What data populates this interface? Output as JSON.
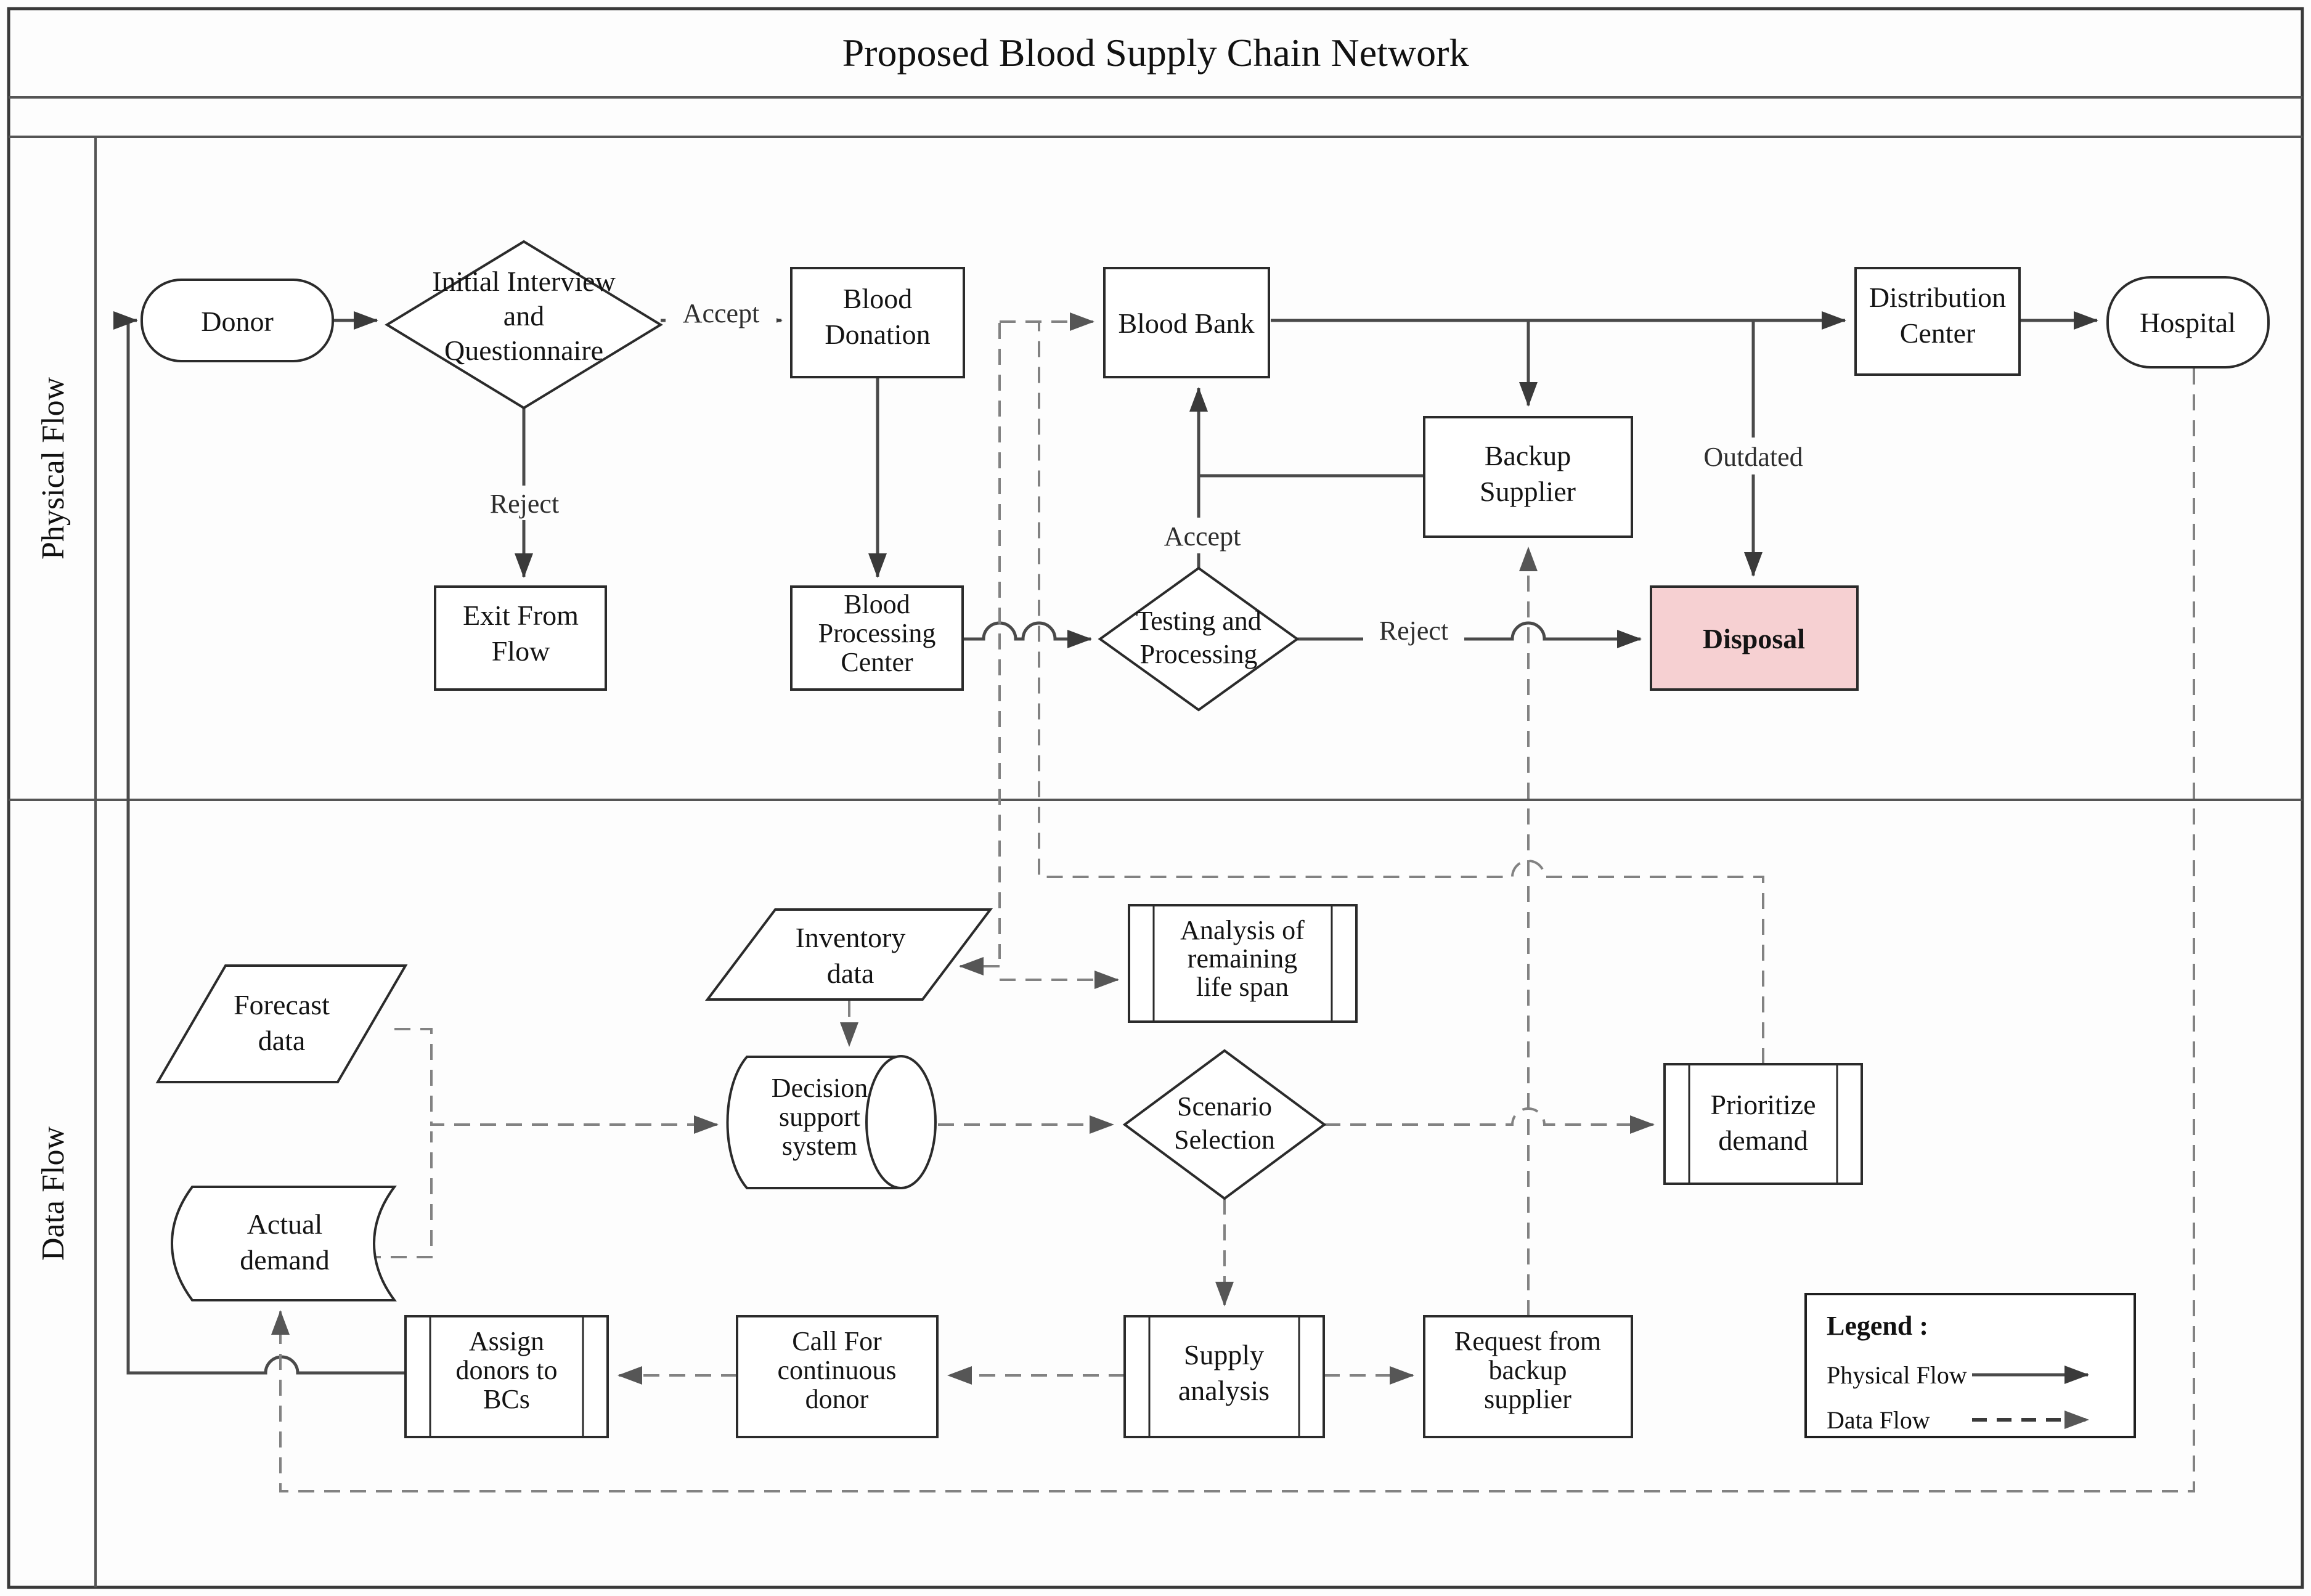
{
  "title": "Proposed Blood Supply Chain Network",
  "lanes": {
    "physical": "Physical Flow",
    "data": "Data Flow"
  },
  "legend": {
    "title": "Legend :",
    "items": [
      {
        "label": "Physical Flow",
        "style": "solid"
      },
      {
        "label": "Data Flow",
        "style": "dashed"
      }
    ]
  },
  "edge_labels": {
    "accept_interview": "Accept",
    "reject_interview": "Reject",
    "accept_testing": "Accept",
    "reject_testing": "Reject",
    "outdated": "Outdated"
  },
  "colors": {
    "disposal_fill": "#f6d0d2",
    "line": "#4a4a4a",
    "dashed_line": "#828282"
  },
  "nodes": {
    "donor": {
      "shape": "stadium",
      "label": "Donor",
      "lines": [
        "Donor"
      ]
    },
    "initial_interview": {
      "shape": "decision",
      "label": "Initial Interview and Questionnaire",
      "lines": [
        "Initial Interview",
        "and",
        "Questionnaire"
      ]
    },
    "blood_donation": {
      "shape": "process",
      "label": "Blood Donation",
      "lines": [
        "Blood",
        "Donation"
      ]
    },
    "exit_from_flow": {
      "shape": "process",
      "label": "Exit From Flow",
      "lines": [
        "Exit From",
        "Flow"
      ]
    },
    "blood_processing": {
      "shape": "process",
      "label": "Blood Processing Center",
      "lines": [
        "Blood",
        "Processing",
        "Center"
      ]
    },
    "testing_processing": {
      "shape": "decision",
      "label": "Testing and Processing",
      "lines": [
        "Testing and",
        "Processing"
      ]
    },
    "blood_bank": {
      "shape": "process",
      "label": "Blood Bank",
      "lines": [
        "Blood Bank"
      ]
    },
    "backup_supplier": {
      "shape": "process",
      "label": "Backup Supplier",
      "lines": [
        "Backup",
        "Supplier"
      ]
    },
    "distribution_center": {
      "shape": "process",
      "label": "Distribution Center",
      "lines": [
        "Distribution",
        "Center"
      ]
    },
    "hospital": {
      "shape": "stadium",
      "label": "Hospital",
      "lines": [
        "Hospital"
      ]
    },
    "disposal": {
      "shape": "process",
      "label": "Disposal",
      "lines": [
        "Disposal"
      ]
    },
    "inventory_data": {
      "shape": "parallelogram",
      "label": "Inventory data",
      "lines": [
        "Inventory",
        "data"
      ]
    },
    "analysis_lifespan": {
      "shape": "predefined",
      "label": "Analysis of remaining life span",
      "lines": [
        "Analysis of",
        "remaining",
        "life span"
      ]
    },
    "forecast_data": {
      "shape": "parallelogram",
      "label": "Forecast data",
      "lines": [
        "Forecast",
        "data"
      ]
    },
    "decision_support": {
      "shape": "stored-drum",
      "label": "Decision support system",
      "lines": [
        "Decision",
        "support",
        "system"
      ]
    },
    "scenario_selection": {
      "shape": "decision",
      "label": "Scenario Selection",
      "lines": [
        "Scenario",
        "Selection"
      ]
    },
    "prioritize_demand": {
      "shape": "predefined",
      "label": "Prioritize demand",
      "lines": [
        "Prioritize",
        "demand"
      ]
    },
    "actual_demand": {
      "shape": "stored-data",
      "label": "Actual demand",
      "lines": [
        "Actual",
        "demand"
      ]
    },
    "assign_donors": {
      "shape": "predefined",
      "label": "Assign donors to BCs",
      "lines": [
        "Assign",
        "donors to",
        "BCs"
      ]
    },
    "call_continuous": {
      "shape": "process",
      "label": "Call For continuous donor",
      "lines": [
        "Call For",
        "continuous",
        "donor"
      ]
    },
    "supply_analysis": {
      "shape": "predefined",
      "label": "Supply analysis",
      "lines": [
        "Supply",
        "analysis"
      ]
    },
    "request_backup": {
      "shape": "process",
      "label": "Request from backup supplier",
      "lines": [
        "Request from",
        "backup",
        "supplier"
      ]
    }
  }
}
